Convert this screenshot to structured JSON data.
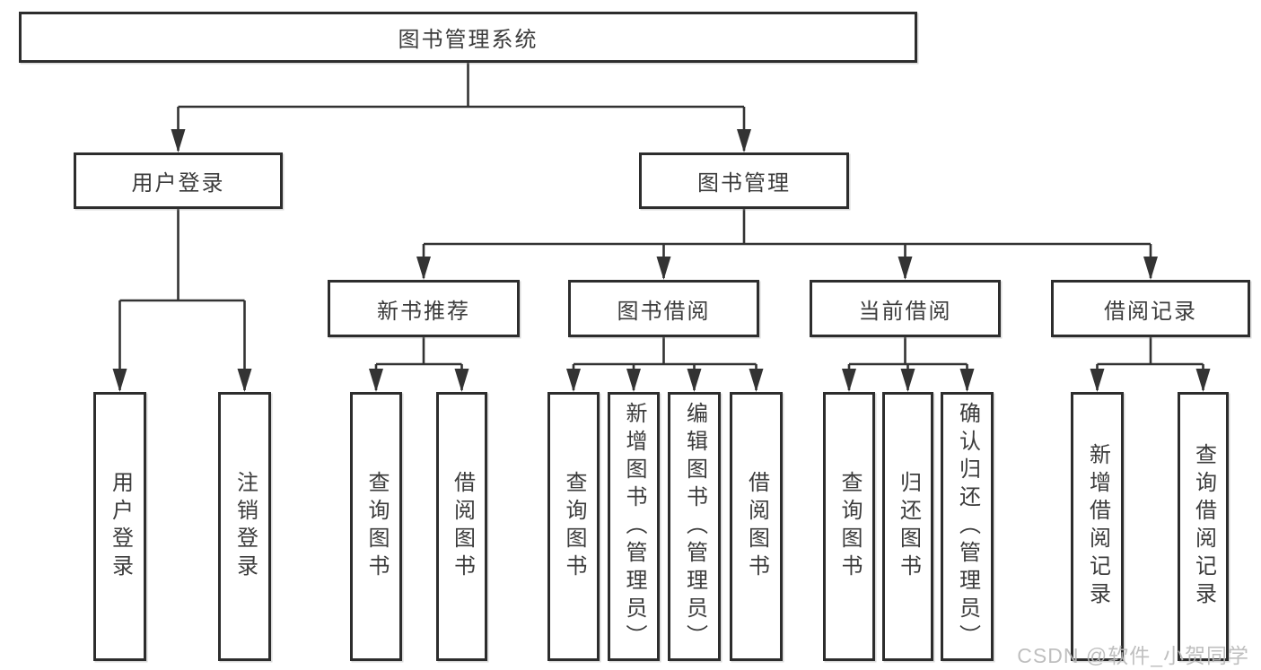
{
  "colors": {
    "line": "#333333",
    "border": "#2d2d2d",
    "text": "#3c3c3c",
    "background": "#ffffff",
    "watermark": "#b9b9b9"
  },
  "diagram": {
    "root": {
      "label": "图书管理系统"
    },
    "level2": [
      {
        "label": "用户登录"
      },
      {
        "label": "图书管理"
      }
    ],
    "level3": [
      {
        "label": "新书推荐",
        "parent": "图书管理"
      },
      {
        "label": "图书借阅",
        "parent": "图书管理"
      },
      {
        "label": "当前借阅",
        "parent": "图书管理"
      },
      {
        "label": "借阅记录",
        "parent": "图书管理"
      }
    ],
    "leaves": [
      {
        "label": "用户登录",
        "parent": "用户登录"
      },
      {
        "label": "注销登录",
        "parent": "用户登录"
      },
      {
        "label": "查询图书",
        "parent": "新书推荐"
      },
      {
        "label": "借阅图书",
        "parent": "新书推荐"
      },
      {
        "label": "查询图书",
        "parent": "图书借阅"
      },
      {
        "label": "新增图书（管理员）",
        "parent": "图书借阅"
      },
      {
        "label": "编辑图书（管理员）",
        "parent": "图书借阅"
      },
      {
        "label": "借阅图书",
        "parent": "图书借阅"
      },
      {
        "label": "查询图书",
        "parent": "当前借阅"
      },
      {
        "label": "归还图书",
        "parent": "当前借阅"
      },
      {
        "label": "确认归还（管理员）",
        "parent": "当前借阅"
      },
      {
        "label": "新增借阅记录",
        "parent": "借阅记录"
      },
      {
        "label": "查询借阅记录",
        "parent": "借阅记录"
      }
    ]
  },
  "watermark": {
    "text": "CSDN @软件_小贺同学"
  }
}
